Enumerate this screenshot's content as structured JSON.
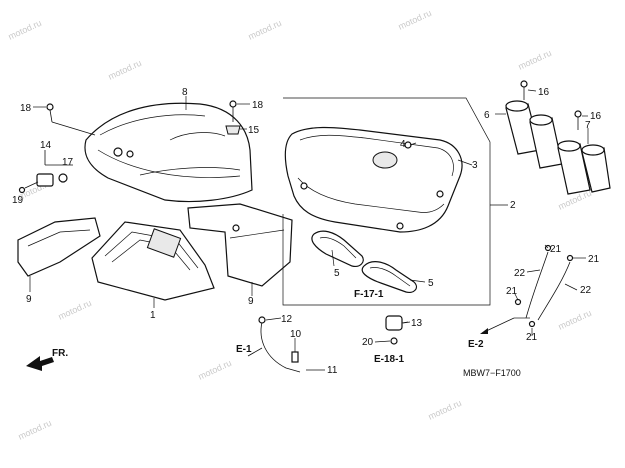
{
  "watermark": "motod.ru",
  "drawing_code": "MBW7−F1700",
  "direction_label": "FR.",
  "callouts": {
    "c1": "1",
    "c2": "2",
    "c3": "3",
    "c4": "4",
    "c5a": "5",
    "c5b": "5",
    "c6": "6",
    "c7": "7",
    "c8": "8",
    "c9a": "9",
    "c9b": "9",
    "c10": "10",
    "c11": "11",
    "c12": "12",
    "c13": "13",
    "c14": "14",
    "c15": "15",
    "c16a": "16",
    "c16b": "16",
    "c17": "17",
    "c18a": "18",
    "c18b": "18",
    "c19": "19",
    "c20": "20",
    "c21a": "21",
    "c21b": "21",
    "c21c": "21",
    "c21d": "21",
    "c22a": "22",
    "c22b": "22"
  },
  "refs": {
    "e1": "E-1",
    "e2": "E-2",
    "e18": "E-18-1",
    "f17": "F-17-1"
  }
}
